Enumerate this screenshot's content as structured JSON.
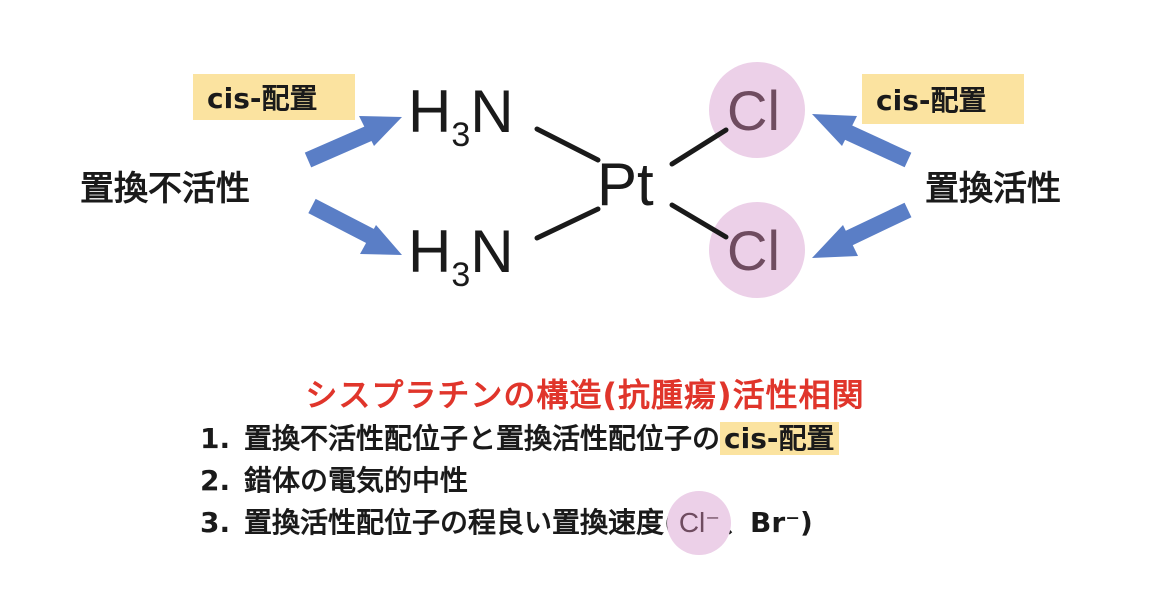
{
  "diagram": {
    "left_tag": "cis-配置",
    "right_tag": "cis-配置",
    "left_label": "置換不活性",
    "right_label": "置換活性",
    "molecule": {
      "metal": "Pt",
      "ligand_top_left_main": "H",
      "ligand_top_left_sub": "3",
      "ligand_top_left_end": "N",
      "ligand_bottom_left_main": "H",
      "ligand_bottom_left_sub": "3",
      "ligand_bottom_left_end": "N",
      "ligand_top_right": "Cl",
      "ligand_bottom_right": "Cl"
    },
    "colors": {
      "arrow": "#5a7ec6",
      "tag": "#fbe3a0",
      "cl_highlight": "#ecd0e8",
      "title": "#e0352b"
    }
  },
  "caption": {
    "title": "シスプラチンの構造(抗腫瘍)活性相関",
    "items": [
      {
        "num": "1.",
        "text": "置換不活性配位子と置換活性配位子の",
        "highlight": "cis-配置"
      },
      {
        "num": "2.",
        "text": "錯体の電気的中性"
      },
      {
        "num": "3.",
        "text": "置換活性配位子の程良い置換速度(",
        "cl": "Cl⁻",
        "tail": "、Br⁻)"
      }
    ]
  }
}
